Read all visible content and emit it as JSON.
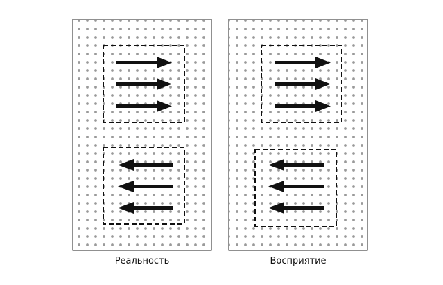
{
  "panels": [
    {
      "caption": "Реальность",
      "top_motion": "right",
      "bottom_motion": "left"
    },
    {
      "caption": "Восприятие",
      "top_motion": "right",
      "bottom_motion": "left"
    }
  ],
  "colors": {
    "background": "#ffffff",
    "frame": "#222222",
    "dots": "#9a9a9a",
    "arrows": "#111111",
    "dashed_box": "#111111"
  }
}
